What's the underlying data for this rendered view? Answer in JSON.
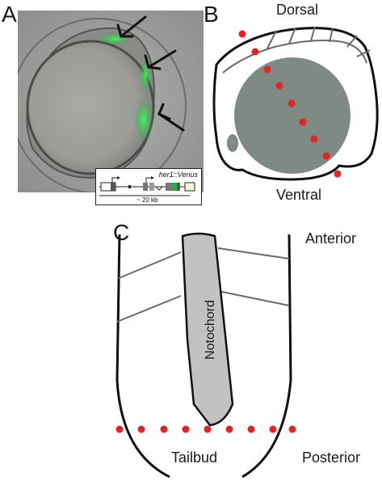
{
  "panels": {
    "a": {
      "letter": "A",
      "construct_label": "her1::Venus",
      "scale_label": "~ 20 kb"
    },
    "b": {
      "letter": "B",
      "top_label": "Dorsal",
      "bottom_label": "Ventral"
    },
    "c": {
      "letter": "C",
      "top_label": "Anterior",
      "bottom_label": "Posterior",
      "structure_label": "Notochord",
      "region_label": "Tailbud"
    }
  },
  "colors": {
    "marker_red": "#e22424",
    "venus_green": "#22c43a",
    "yolk_gray": "#7f8a85",
    "notochord_gray": "#c2c2c2"
  }
}
